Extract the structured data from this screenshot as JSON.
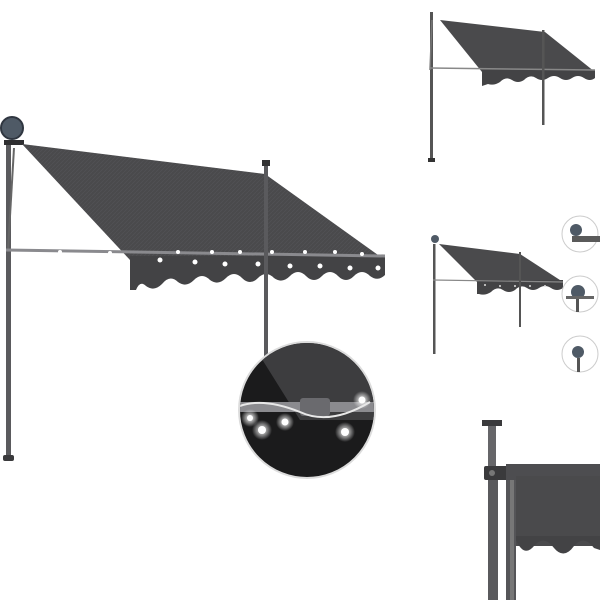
{
  "product": {
    "fabric_color": "#4a4a4c",
    "fabric_dark": "#3a3a3c",
    "pole_color": "#555558",
    "led_color": "#f4f6ff",
    "background": "#ffffff"
  },
  "panels": [
    {
      "name": "main-view",
      "content": "awning-with-led-lights"
    },
    {
      "name": "thumbnail-top-right",
      "content": "awning-full-view"
    },
    {
      "name": "thumbnail-middle-right",
      "content": "awning-small-view"
    },
    {
      "name": "detail-circles",
      "content": "bracket-details"
    },
    {
      "name": "detail-bottom-right",
      "content": "pole-bracket-closeup"
    }
  ]
}
